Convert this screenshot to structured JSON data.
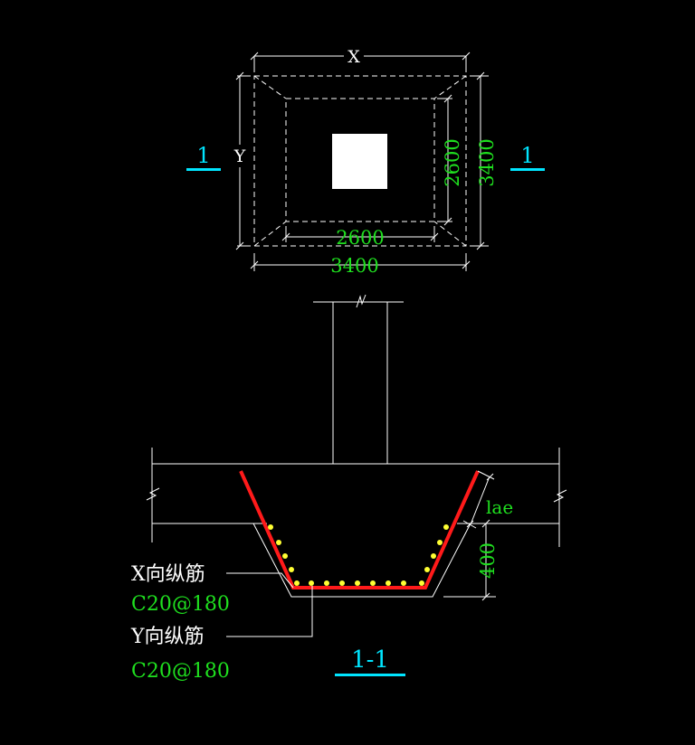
{
  "plan": {
    "dim_x": "X",
    "dim_y": "Y",
    "inner_width": "2600",
    "outer_width": "3400",
    "inner_height": "2600",
    "outer_height": "3400"
  },
  "section_markers": {
    "left": "1",
    "right": "1",
    "section_title": "1-1"
  },
  "section": {
    "anchor_length": "lae",
    "depth": "400",
    "x_rebar_label": "X向纵筋",
    "x_rebar_spec": "C20@180",
    "y_rebar_label": "Y向纵筋",
    "y_rebar_spec": "C20@180"
  },
  "colors": {
    "dimension_text": "#1fe01f",
    "marker": "#00e5ff",
    "rebar_main": "#ff1a1a",
    "rebar_dots": "#ffff33",
    "linework": "#ffffff",
    "background": "#000000"
  }
}
